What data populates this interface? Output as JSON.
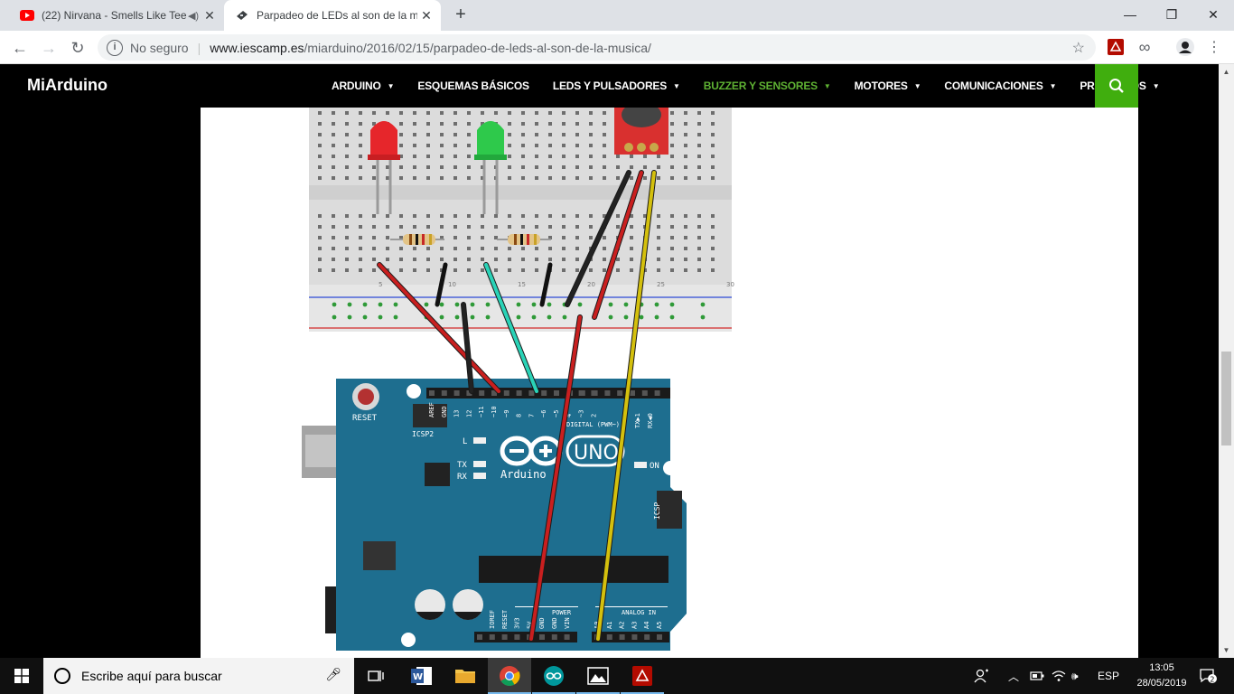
{
  "browser": {
    "tabs": [
      {
        "title": "(22) Nirvana - Smells Like Tee",
        "favicon": "youtube-icon",
        "audio_icon": "speaker-icon"
      },
      {
        "title": "Parpadeo de LEDs al son de la m",
        "favicon": "site-icon"
      }
    ],
    "new_tab_label": "+",
    "security_label": "No seguro",
    "url_host": "www.iescamp.es",
    "url_path": "/miarduino/2016/02/15/parpadeo-de-leds-al-son-de-la-musica/"
  },
  "site": {
    "logo": "MiArduino",
    "menu": [
      {
        "label": "ARDUINO",
        "has_caret": true
      },
      {
        "label": "ESQUEMAS BÁSICOS",
        "has_caret": false
      },
      {
        "label": "LEDS Y PULSADORES",
        "has_caret": true
      },
      {
        "label": "BUZZER Y SENSORES",
        "has_caret": true,
        "active": true
      },
      {
        "label": "MOTORES",
        "has_caret": true
      },
      {
        "label": "COMUNICACIONES",
        "has_caret": true
      },
      {
        "label": "PROYECTOS",
        "has_caret": true
      }
    ],
    "accent_color": "#40ae0e"
  },
  "diagram": {
    "board_labels": {
      "reset": "RESET",
      "icsp2": "ICSP2",
      "icsp": "ICSP",
      "led_l": "L",
      "tx": "TX",
      "rx": "RX",
      "on": "ON",
      "brand": "Arduino",
      "model": "UNO",
      "digital": "DIGITAL (PWM~)",
      "power": "POWER",
      "analog": "ANALOG IN",
      "tx_pin": "TX▶1",
      "rx_pin": "RX◀0"
    },
    "digital_pins": [
      "AREF",
      "GND",
      "13",
      "12",
      "~11",
      "~10",
      "~9",
      "8",
      "7",
      "~6",
      "~5",
      "4",
      "~3",
      "2"
    ],
    "power_pins": [
      "IOREF",
      "RESET",
      "3V3",
      "5V",
      "GND",
      "GND",
      "VIN"
    ],
    "analog_pins": [
      "A0",
      "A1",
      "A2",
      "A3",
      "A4",
      "A5"
    ],
    "breadboard_numbers": [
      "5",
      "10",
      "15",
      "20",
      "25",
      "30"
    ]
  },
  "taskbar": {
    "search_placeholder": "Escribe aquí para buscar",
    "language": "ESP",
    "time": "13:05",
    "date": "28/05/2019",
    "notifications": "2"
  }
}
